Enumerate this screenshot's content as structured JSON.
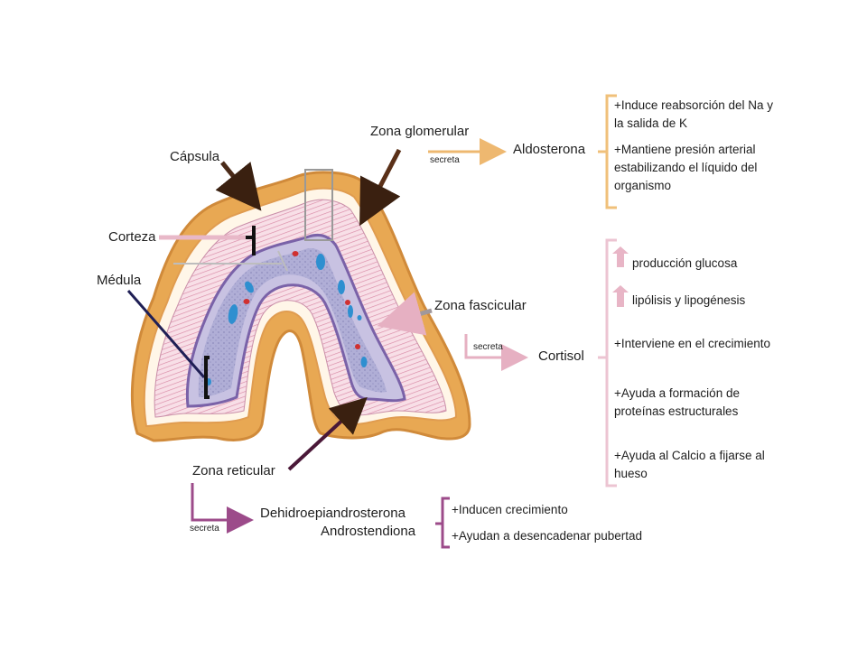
{
  "labels": {
    "capsula": "Cápsula",
    "corteza": "Corteza",
    "medula": "Médula",
    "zona_glomerular": "Zona glomerular",
    "zona_fascicular": "Zona fascicular",
    "zona_reticular": "Zona reticular"
  },
  "glomerular": {
    "secreta": "secreta",
    "hormone": "Aldosterona",
    "effects": [
      "+Induce reabsorción del Na y la salida de K",
      "+Mantiene presión arterial estabilizando el líquido del organismo"
    ]
  },
  "fascicular": {
    "secreta": "secreta",
    "hormone": "Cortisol",
    "effects": [
      "producción glucosa",
      "lipólisis y lipogénesis",
      "+Interviene en el crecimiento",
      "+Ayuda a formación de proteínas estructurales",
      "+Ayuda al Calcio a fijarse al hueso"
    ]
  },
  "reticular": {
    "secreta": "secreta",
    "hormone_1": "Dehidroepiandrosterona",
    "hormone_2": "Androstendiona",
    "effects": [
      "+Inducen crecimiento",
      "+Ayudan a desencadenar pubertad"
    ]
  },
  "colors": {
    "capsule": "#e8a853",
    "capsule_edge": "#d8903e",
    "cortex": "#f6d3de",
    "medulla": "#a9a8cf",
    "glomerular_accent": "#f0c07a",
    "fascicular_accent": "#e8b5c6",
    "reticular_accent": "#a0508c",
    "arrow_dark": "#4a2a18"
  },
  "icons": {
    "increase": "up-arrow-icon"
  }
}
